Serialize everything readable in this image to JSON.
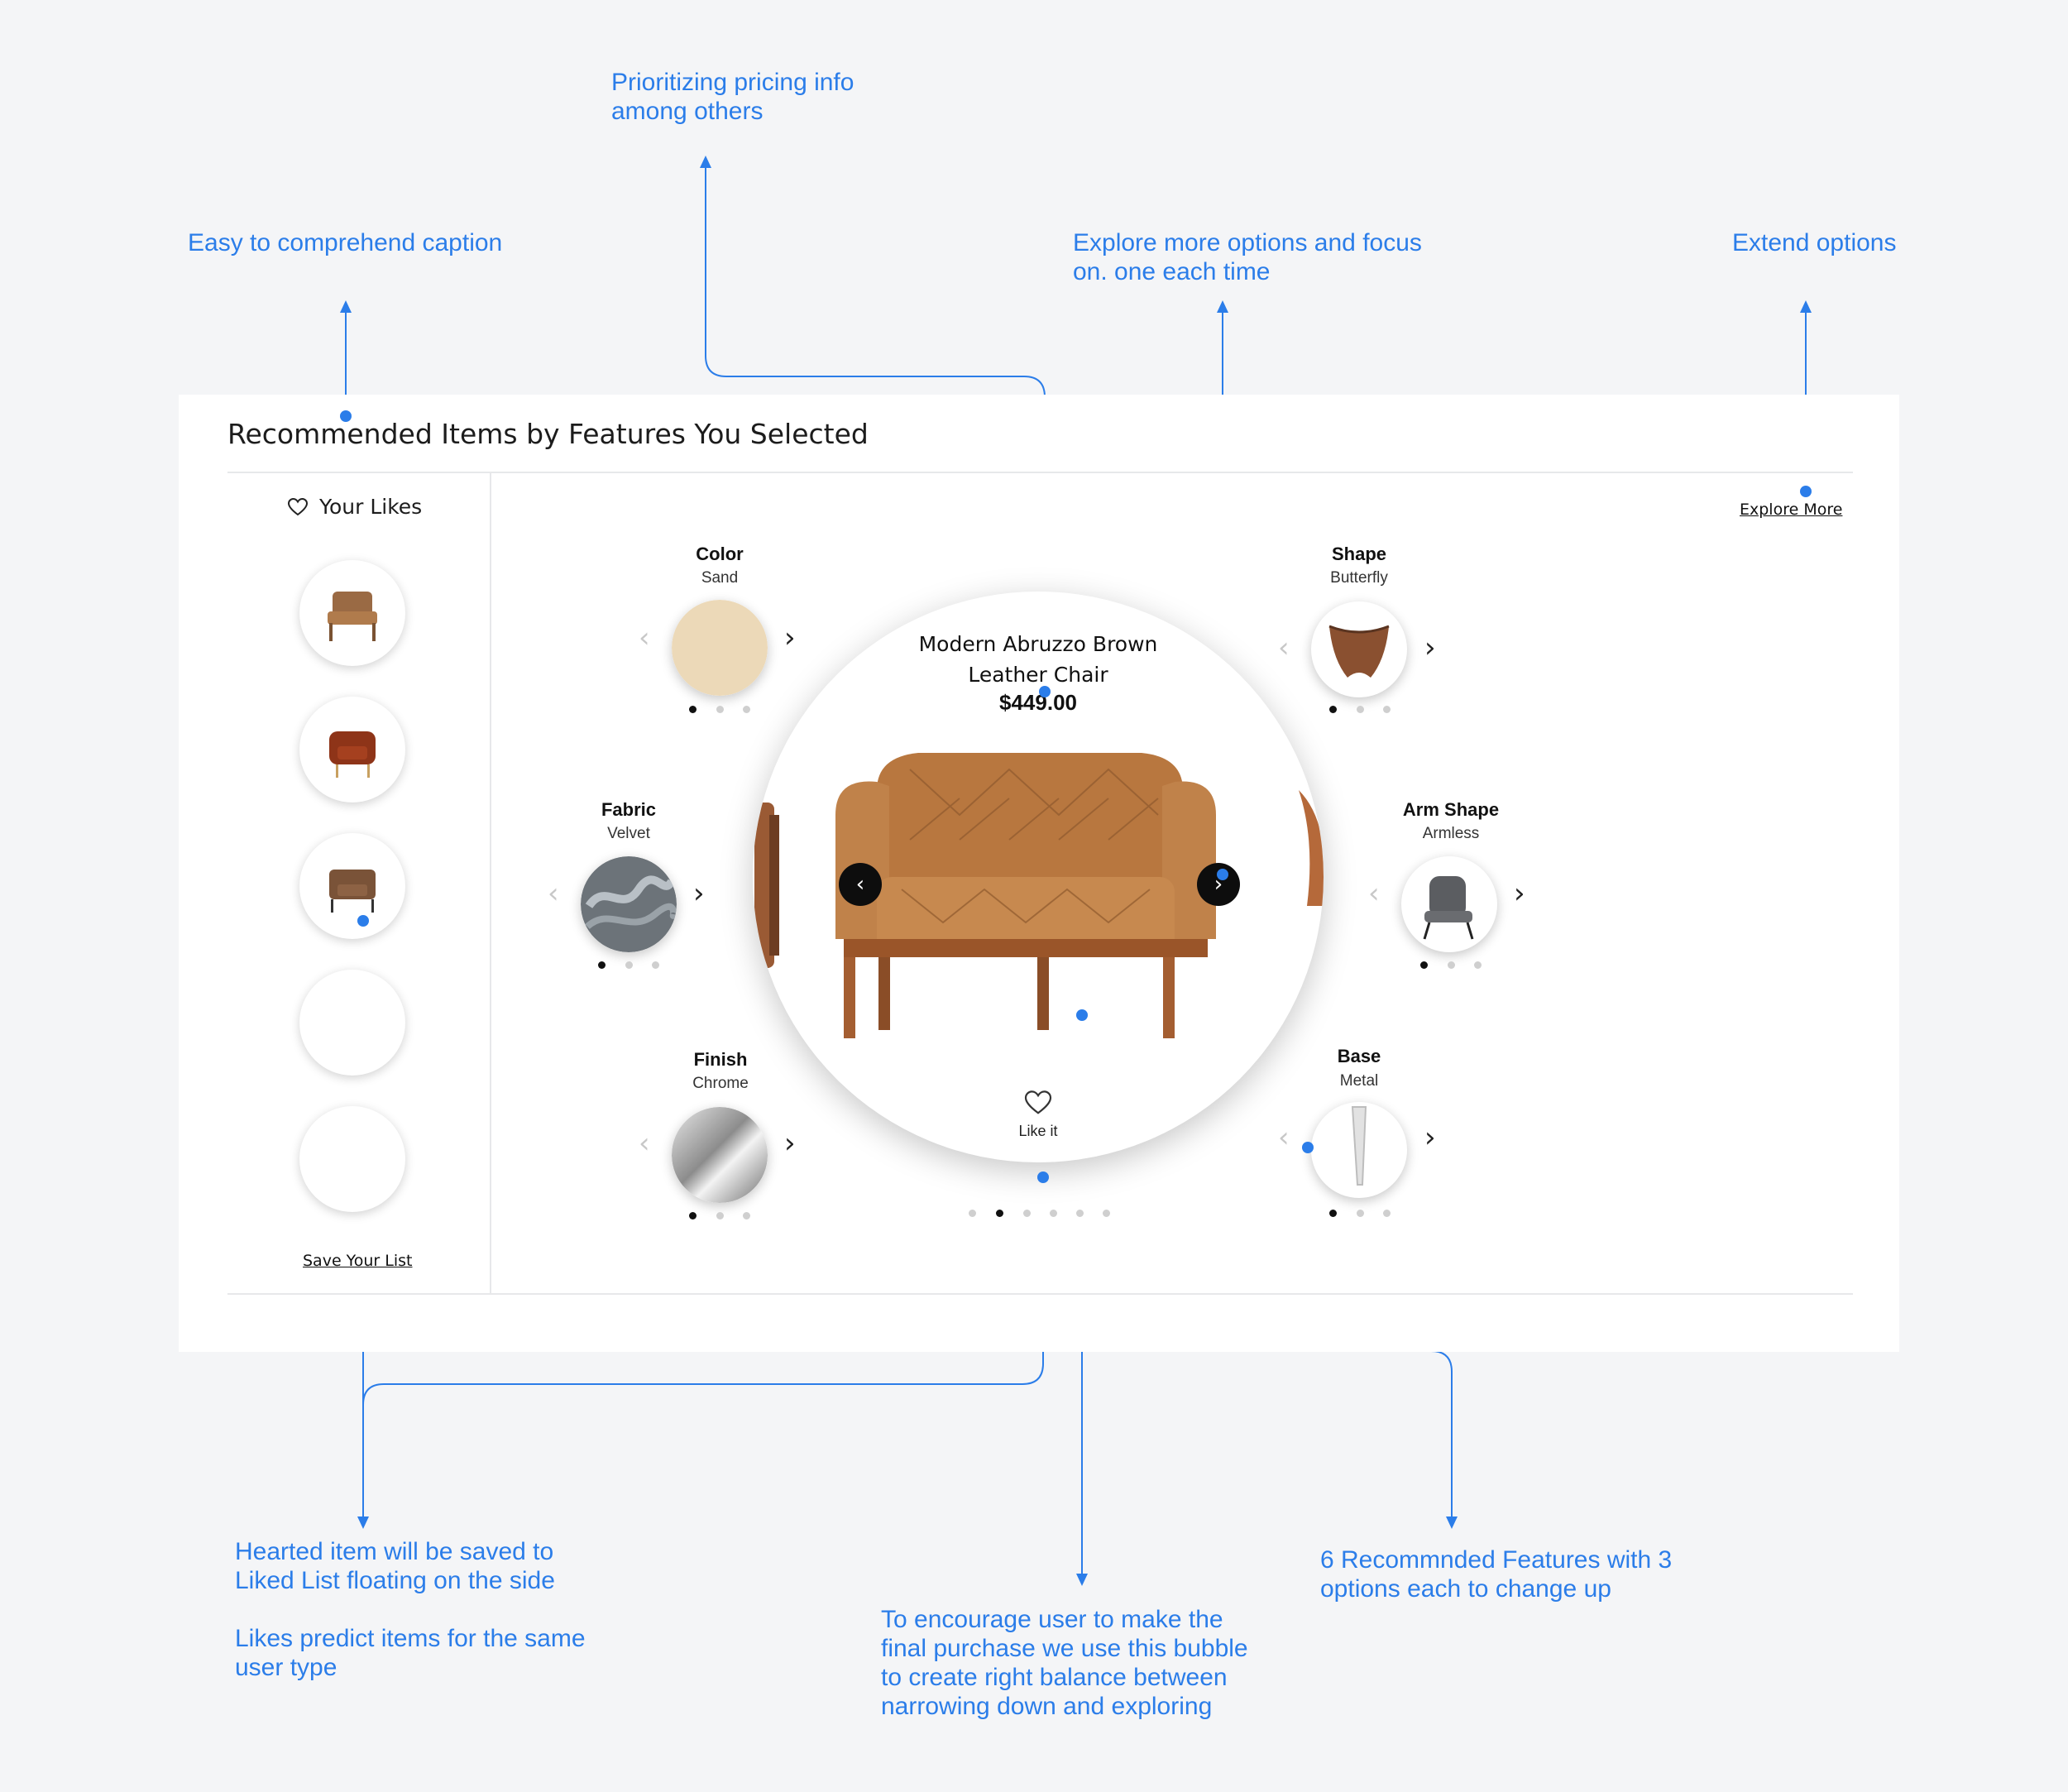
{
  "annotations": {
    "caption": "Easy to comprehend caption",
    "pricing": "Prioritizing pricing info\namong others",
    "explore": "Explore more options and focus\non. one each time",
    "extend": "Extend options",
    "liked": "Hearted item will be saved to\nLiked List floating on the side\n\nLikes predict items for the same\nuser type",
    "bubble": "To encourage user to make the\nfinal purchase we use this bubble\nto create right balance between\nnarrowing down and exploring",
    "features": "6 Recommnded Features with 3\noptions each to change up"
  },
  "card": {
    "title": "Recommended Items by Features You Selected",
    "your_likes": "Your Likes",
    "save_list": "Save Your List",
    "explore_more": "Explore More"
  },
  "features": {
    "color": {
      "title": "Color",
      "value": "Sand"
    },
    "fabric": {
      "title": "Fabric",
      "value": "Velvet"
    },
    "finish": {
      "title": "Finish",
      "value": "Chrome"
    },
    "shape": {
      "title": "Shape",
      "value": "Butterfly"
    },
    "arm": {
      "title": "Arm Shape",
      "value": "Armless"
    },
    "base": {
      "title": "Base",
      "value": "Metal"
    }
  },
  "product": {
    "name": "Modern Abruzzo Brown\nLeather Chair",
    "price": "$449.00",
    "like_label": "Like it"
  },
  "colors": {
    "accent": "#2b7de9",
    "sand": "#ecd9b8",
    "leather": "#b87a45"
  }
}
